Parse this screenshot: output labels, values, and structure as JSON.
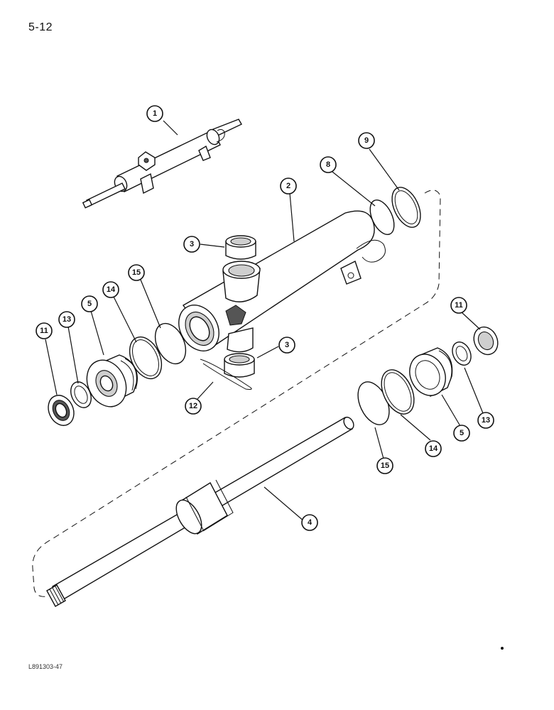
{
  "page": {
    "number": "5-12",
    "figure_code": "L891303-47"
  },
  "callouts": [
    {
      "id": "c1",
      "label": "1"
    },
    {
      "id": "c2",
      "label": "2"
    },
    {
      "id": "c3a",
      "label": "3"
    },
    {
      "id": "c3b",
      "label": "3"
    },
    {
      "id": "c4",
      "label": "4"
    },
    {
      "id": "c5a",
      "label": "5"
    },
    {
      "id": "c5b",
      "label": "5"
    },
    {
      "id": "c8",
      "label": "8"
    },
    {
      "id": "c9",
      "label": "9"
    },
    {
      "id": "c11a",
      "label": "11"
    },
    {
      "id": "c11b",
      "label": "11"
    },
    {
      "id": "c12",
      "label": "12"
    },
    {
      "id": "c13a",
      "label": "13"
    },
    {
      "id": "c13b",
      "label": "13"
    },
    {
      "id": "c14a",
      "label": "14"
    },
    {
      "id": "c14b",
      "label": "14"
    },
    {
      "id": "c15a",
      "label": "15"
    },
    {
      "id": "c15b",
      "label": "15"
    }
  ]
}
